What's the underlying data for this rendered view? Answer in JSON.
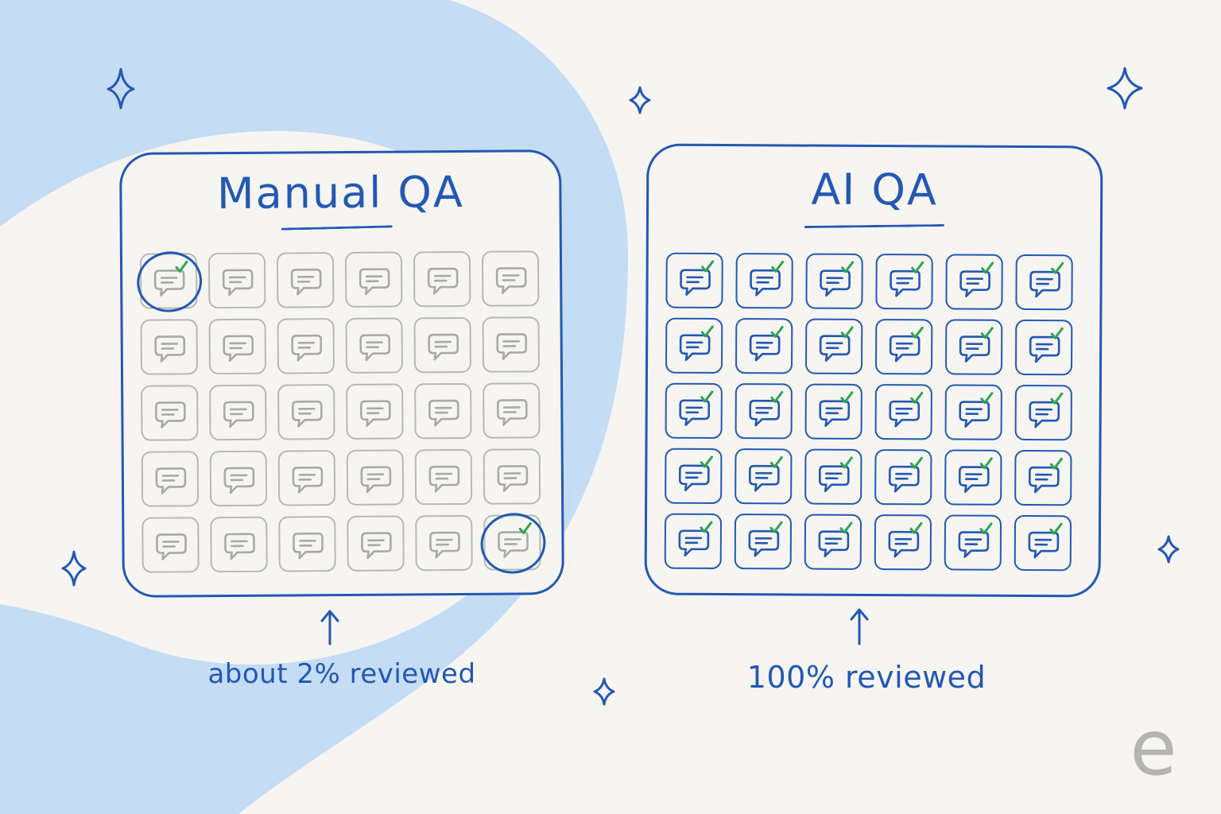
{
  "manual": {
    "title": "Manual QA",
    "caption": "about 2% reviewed",
    "rows": 5,
    "cols": 6,
    "reviewed_cells": [
      [
        0,
        0
      ],
      [
        4,
        5
      ]
    ]
  },
  "ai": {
    "title": "AI QA",
    "caption": "100% reviewed",
    "rows": 5,
    "cols": 6,
    "reviewed_fraction": 1.0
  },
  "logo_letter": "e",
  "colors": {
    "accent": "#2358b3",
    "check": "#2ea44f",
    "inactive": "#a9a9a7",
    "blob": "#c5dcf5",
    "background": "#f6f5f2"
  },
  "icons": {
    "cell": "chat-bubble-icon",
    "check": "checkmark-icon",
    "sparkle": "sparkle-icon",
    "arrow": "arrow-up-icon"
  }
}
